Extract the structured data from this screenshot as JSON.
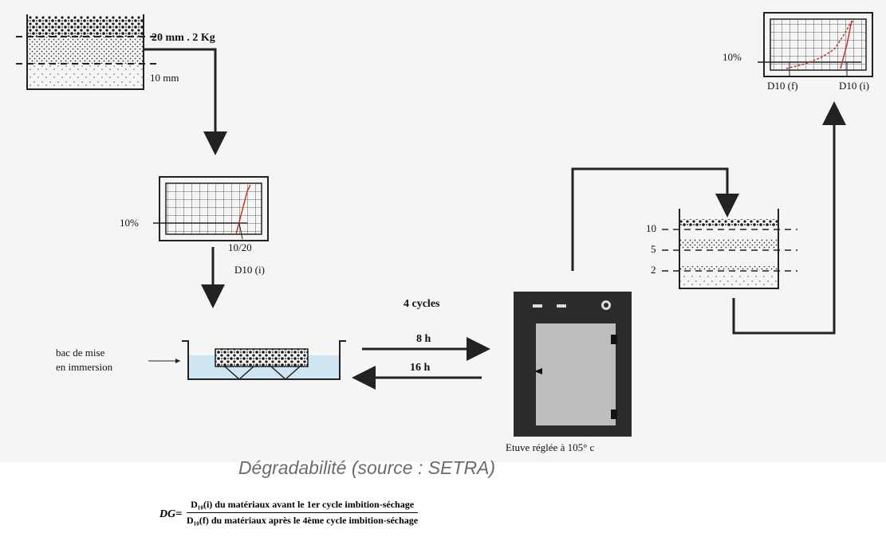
{
  "diagram": {
    "top_bin": {
      "label_20": "20 mm",
      "label_mass": "2 Kg",
      "label_10": "10 mm"
    },
    "sieve_graph_1": {
      "label_percent": "10%",
      "label_size": "10/20",
      "label_d10": "D10 (i)"
    },
    "immersion": {
      "label_bac": "bac de mise\nen immersion"
    },
    "cycles": {
      "label_cycles": "4 cycles",
      "label_8h": "8 h",
      "label_16h": "16 h"
    },
    "oven": {
      "label": "Etuve réglée à 105° c"
    },
    "sieves": {
      "label_10": "10",
      "label_5": "5",
      "label_2": "2"
    },
    "sieve_graph_2": {
      "label_percent": "10%",
      "label_d10f": "D10 (f)",
      "label_d10i": "D10 (i)"
    }
  },
  "caption": "Dégradabilité (source : SETRA)",
  "formula": {
    "lhs": "DG=",
    "numerator": "D₁₀(i) du matériaux avant le 1er cycle imbition-séchage",
    "denominator": "D₁₀(f) du matériaux après le 4ème cycle imbition-séchage"
  },
  "colors": {
    "line": "#222222",
    "water": "#cfe6f2",
    "oven_body": "#2b2b2b",
    "oven_door": "#bdbdbd",
    "curve": "#c0392b"
  }
}
